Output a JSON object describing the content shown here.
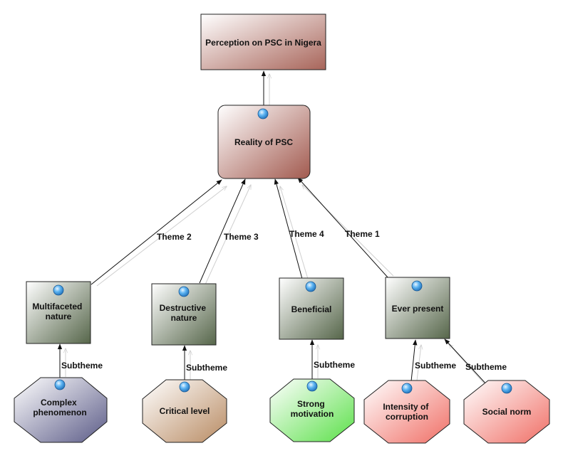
{
  "nodes": {
    "perception": {
      "label": "Perception on PSC in Nigera",
      "color": "#c9a79c"
    },
    "reality": {
      "label": "Reality of PSC",
      "color": "#c7a39b"
    },
    "multifaceted": {
      "label": [
        "Multifaceted",
        "nature"
      ],
      "color": "#9ca68f"
    },
    "destructive": {
      "label": [
        "Destructive",
        "nature"
      ],
      "color": "#9ca68f"
    },
    "beneficial": {
      "label": "Beneficial",
      "color": "#9ca68f"
    },
    "ever_present": {
      "label": "Ever present",
      "color": "#9ca68f"
    },
    "complex": {
      "label": [
        "Complex",
        "phenomenon"
      ],
      "color": "#9d9db8"
    },
    "critical": {
      "label": "Critical level",
      "color": "#d8bca0"
    },
    "strong": {
      "label": [
        "Strong",
        "motivation"
      ],
      "color": "#a8ee9a"
    },
    "intensity": {
      "label": [
        "Intensity of",
        "corruption"
      ],
      "color": "#f5a9a4"
    },
    "social": {
      "label": "Social norm",
      "color": "#f5a9a4"
    }
  },
  "edges": {
    "theme2": "Theme 2",
    "theme3": "Theme 3",
    "theme4": "Theme 4",
    "theme1": "Theme 1",
    "subtheme": "Subtheme"
  },
  "colors": {
    "outline": "#222222",
    "marker": "#3d9be0"
  }
}
